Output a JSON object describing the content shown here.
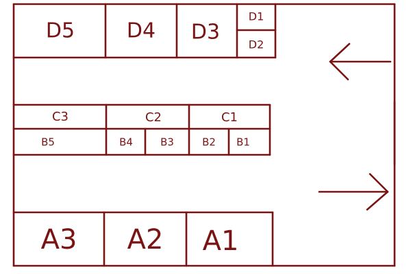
{
  "colors": {
    "ink": "#7a1414",
    "background": "#ffffff"
  },
  "row_d": {
    "d5": "D5",
    "d4": "D4",
    "d3": "D3",
    "d1": "D1",
    "d2": "D2"
  },
  "row_c": {
    "c3": "C3",
    "c2": "C2",
    "c1": "C1"
  },
  "row_b": {
    "b5": "B5",
    "b4": "B4",
    "b3": "B3",
    "b2": "B2",
    "b1": "B1"
  },
  "row_a": {
    "a3": "A3",
    "a2": "A2",
    "a1": "A1"
  },
  "arrows": {
    "top": "left-arrow-icon",
    "bottom": "right-arrow-icon"
  }
}
